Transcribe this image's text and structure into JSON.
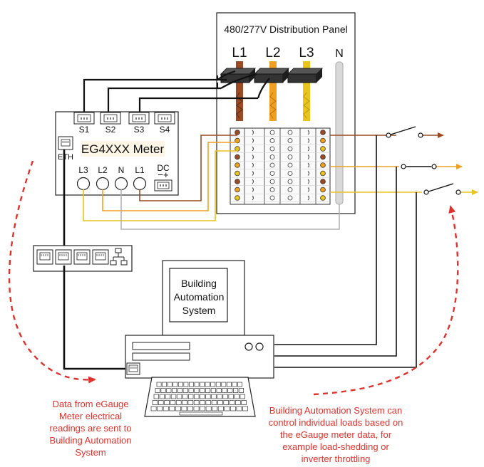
{
  "panel": {
    "title": "480/277V Distribution Panel",
    "phases": [
      "L1",
      "L2",
      "L3",
      "N"
    ]
  },
  "meter": {
    "title": "EG4XXX Meter",
    "ct_ports": [
      "S1",
      "S2",
      "S3",
      "S4"
    ],
    "eth_label": "ETH",
    "voltage_terminals": [
      "L3",
      "L2",
      "N",
      "L1"
    ],
    "dc_label": "DC"
  },
  "bas": {
    "label_lines": [
      "Building",
      "Automation",
      "System"
    ]
  },
  "notes": {
    "left_lines": [
      "Data from eGauge",
      "Meter electrical",
      "readings are sent to",
      "Building Automation",
      "System"
    ],
    "right_lines": [
      "Building Automation System can",
      "control individual loads based on",
      "the eGauge meter data, for",
      "example load-shedding or",
      "inverter throttling"
    ]
  },
  "colors": {
    "l1": "#9a4a24",
    "l2": "#f0a020",
    "l3": "#e8c41c",
    "neutral": "#b4b4b4",
    "accent": "#e0322c"
  }
}
